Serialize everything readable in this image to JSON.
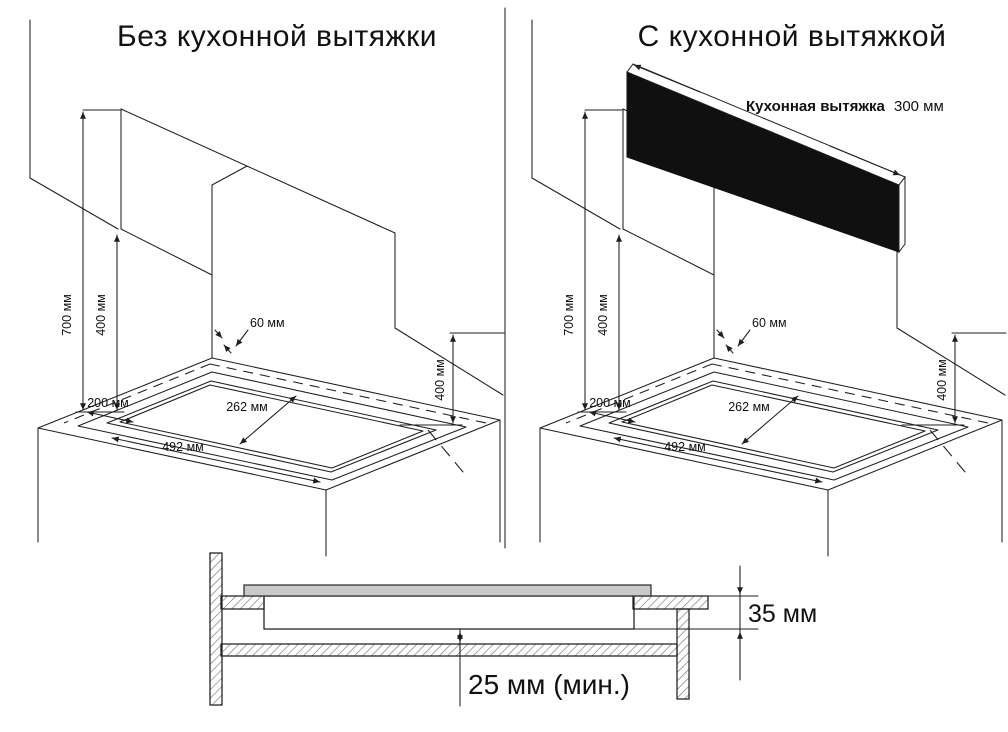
{
  "left_panel": {
    "title": "Без кухонной вытяжки",
    "dim_700": "700 мм",
    "dim_400": "400 мм",
    "dim_60": "60 мм",
    "dim_200": "200 мм",
    "dim_262": "262 мм",
    "dim_492": "492 мм",
    "dim_wall_400": "400 мм"
  },
  "right_panel": {
    "title": "С кухонной вытяжкой",
    "hood_name": "Кухонная вытяжка",
    "hood_size": "300 мм",
    "dim_700": "700 мм",
    "dim_400": "400 мм",
    "dim_60": "60 мм",
    "dim_200": "200 мм",
    "dim_262": "262 мм",
    "dim_492": "492 мм",
    "dim_wall_400": "400 мм"
  },
  "cross_section": {
    "dim_35": "35 мм",
    "dim_25": "25 мм (мин.)"
  },
  "colors": {
    "line": "#1f1f1f",
    "hood_fill": "#101010",
    "glass_fill": "#c9c9c9",
    "background": "#ffffff"
  }
}
